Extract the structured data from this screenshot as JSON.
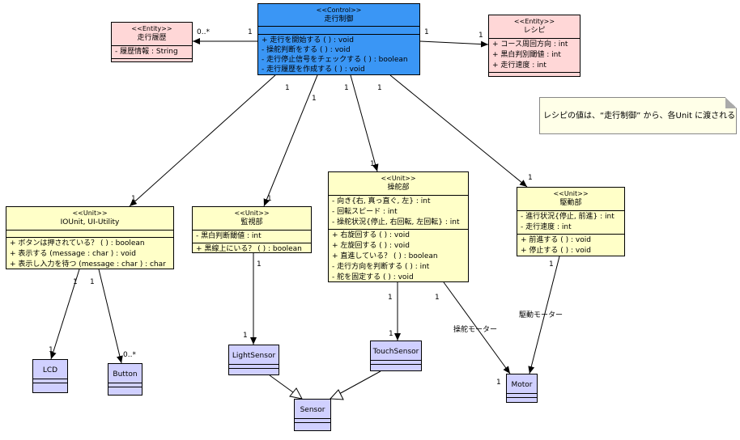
{
  "classes": {
    "drive_control": {
      "stereotype": "<<Control>>",
      "name": "走行制御",
      "attributes": [],
      "operations": [
        "+ 走行を開始する ( ) : void",
        "- 操舵判断をする ( ) : void",
        "- 走行停止信号をチェックする ( ) : boolean",
        "- 走行履歴を作成する ( ) : void"
      ]
    },
    "drive_history": {
      "stereotype": "<<Entity>>",
      "name": "走行履歴",
      "attributes": [
        "- 履歴情報 : String"
      ],
      "operations": []
    },
    "recipe": {
      "stereotype": "<<Entity>>",
      "name": "レシピ",
      "attributes": [
        "+ コース周回方向 : int",
        "+ 黒白判別閾値 : int",
        "+ 走行速度 : int"
      ],
      "operations": []
    },
    "io_unit": {
      "stereotype": "<<Unit>>",
      "name": "IOUnit, UI-Utility",
      "attributes": [],
      "operations": [
        "+ ボタンは押されている？ ( ) : boolean",
        "+ 表示する (message : char ) : void",
        "+ 表示し入力を待つ (message : char ) : char"
      ]
    },
    "monitor": {
      "stereotype": "<<Unit>>",
      "name": "監視部",
      "attributes": [
        "- 黒白判断閾値 : int"
      ],
      "operations": [
        "+ 黒線上にいる？ ( ) : boolean"
      ]
    },
    "steering": {
      "stereotype": "<<Unit>>",
      "name": "操舵部",
      "attributes": [
        "- 向き{右, 真っ直ぐ, 左} : int",
        "- 回転スピード : int",
        "- 操舵状況{停止, 右回転, 左回転} : int"
      ],
      "operations": [
        "+ 右旋回する ( ) : void",
        "+ 左旋回する ( ) : void",
        "+ 直進している？ ( ) : boolean",
        "- 走行方向を判断する ( ) : int",
        "- 舵を固定する ( ) : void"
      ]
    },
    "drive_unit": {
      "stereotype": "<<Unit>>",
      "name": "駆動部",
      "attributes": [
        "- 進行状況{停止, 前進} : int",
        "- 走行速度 : int"
      ],
      "operations": [
        "+ 前進する ( ) : void",
        "+ 停止する ( ) : void"
      ]
    },
    "lcd": {
      "name": "LCD"
    },
    "button": {
      "name": "Button"
    },
    "light_sensor": {
      "name": "LightSensor"
    },
    "touch_sensor": {
      "name": "TouchSensor"
    },
    "motor": {
      "name": "Motor"
    },
    "sensor": {
      "name": "Sensor"
    }
  },
  "note": "レシピの値は、“走行制御” から、各Unit に渡される",
  "labels": {
    "ctrl_hist_near_ctrl": "1",
    "ctrl_hist_near_hist": "0..*",
    "ctrl_recipe_near_ctrl": "1",
    "ctrl_recipe_near_recipe": "1",
    "ctrl_io_src": "1",
    "ctrl_io_dst": "1",
    "ctrl_mon_src": "1",
    "ctrl_mon_dst": "1",
    "ctrl_steer_src": "1",
    "ctrl_steer_dst": "1",
    "ctrl_drive_src": "1",
    "ctrl_drive_dst": "1",
    "io_lcd_src": "1",
    "io_lcd_dst": "1",
    "io_btn_src": "1",
    "io_btn_dst": "0..*",
    "mon_light_src": "1",
    "mon_light_dst": "1",
    "steer_touch_src": "1",
    "steer_touch_dst": "1",
    "steer_motor_src": "1",
    "steer_motor_dst": "1",
    "steer_motor_role": "操舵モーター",
    "drive_motor_src": "1",
    "drive_motor_role": "駆動モーター"
  },
  "colors": {
    "entity": "#ffd7d7",
    "control": "#3a96f5",
    "unit": "#ffffc8",
    "device": "#d0d0ff",
    "note": "#ffffe8"
  }
}
